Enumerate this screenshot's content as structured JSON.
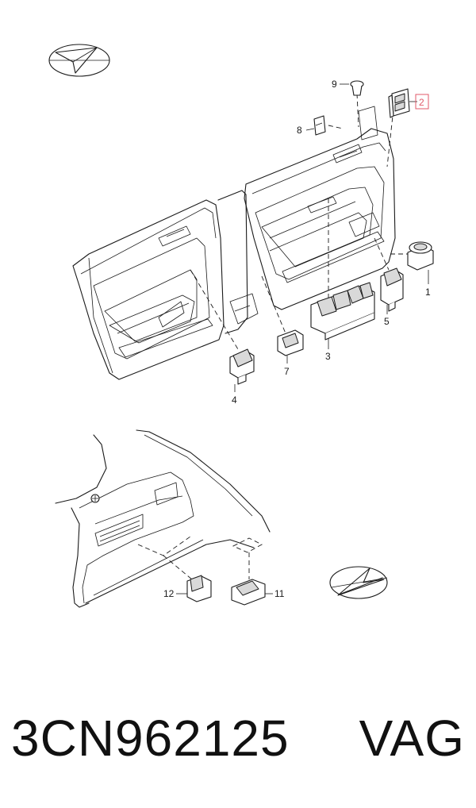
{
  "callouts": {
    "c1": "1",
    "c2": "2",
    "c3": "3",
    "c4": "4",
    "c5": "5",
    "c7": "7",
    "c8": "8",
    "c9": "9",
    "c11": "11",
    "c12": "12"
  },
  "highlight_color": "#e05a6a",
  "footer": {
    "part_number": "3CN962125",
    "brand": "VAG"
  },
  "icons": [
    "direction-arrow-icon",
    "direction-arrow-icon"
  ]
}
